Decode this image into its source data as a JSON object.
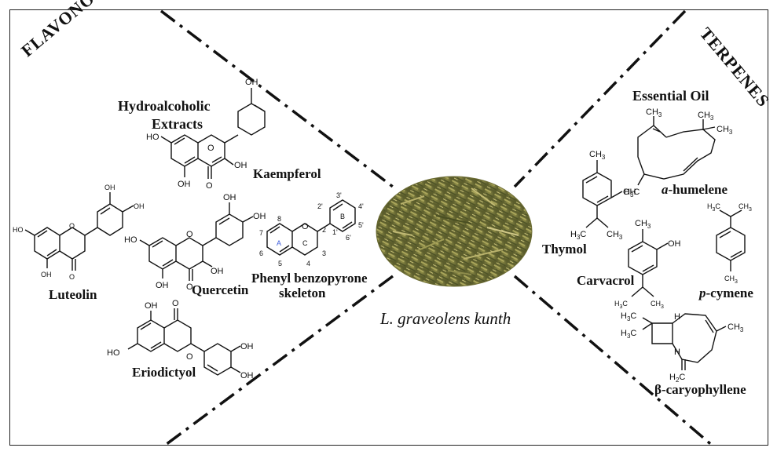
{
  "sections": {
    "left": "FLAVONOIDS",
    "right": "TERPENES"
  },
  "groups": {
    "left_source_line1": "Hydroalcoholic",
    "left_source_line2": "Extracts",
    "right_source": "Essential Oil"
  },
  "center_caption": "L. graveolens kunth",
  "skeleton": {
    "line1": "Phenyl benzopyrone",
    "line2": "skeleton",
    "ring_labels": [
      "A",
      "B",
      "C"
    ],
    "positions": [
      "2",
      "3",
      "4",
      "5",
      "6",
      "7",
      "8",
      "1'",
      "2'",
      "3'",
      "4'",
      "5'",
      "6'"
    ]
  },
  "compounds": {
    "kaempferol": "Kaempferol",
    "luteolin": "Luteolin",
    "quercetin": "Quercetin",
    "eriodictyol": "Eriodictyol",
    "thymol": "Thymol",
    "carvacrol": "Carvacrol",
    "humulene_prefix": "a",
    "humulene_suffix": "-humelene",
    "cymene_prefix": "p",
    "cymene_suffix": "-cymene",
    "caryophyllene": "β-caryophyllene"
  },
  "atoms": {
    "oh": "OH",
    "ho": "HO",
    "o": "O",
    "ch3": "CH",
    "h3c": "H",
    "h": "H",
    "h2c": "H"
  },
  "colors": {
    "ring_a_label": "#3b5bdb",
    "herb_base": "#7b7a3d"
  }
}
